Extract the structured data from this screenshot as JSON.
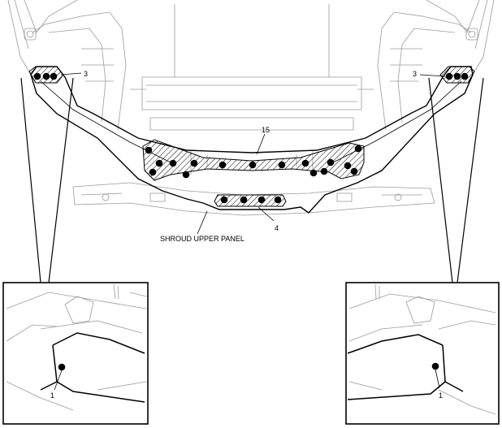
{
  "diagram": {
    "main_label": "SHROUD UPPER PANEL",
    "callouts": {
      "left_bracket": "3",
      "right_bracket": "3",
      "center_panel": "15",
      "lower_strip": "4",
      "detail_left": "1",
      "detail_right": "1"
    }
  },
  "colors": {
    "line": "#000000",
    "light_line": "#9a9a9a",
    "background": "#ffffff",
    "weld_dot": "#000000"
  }
}
